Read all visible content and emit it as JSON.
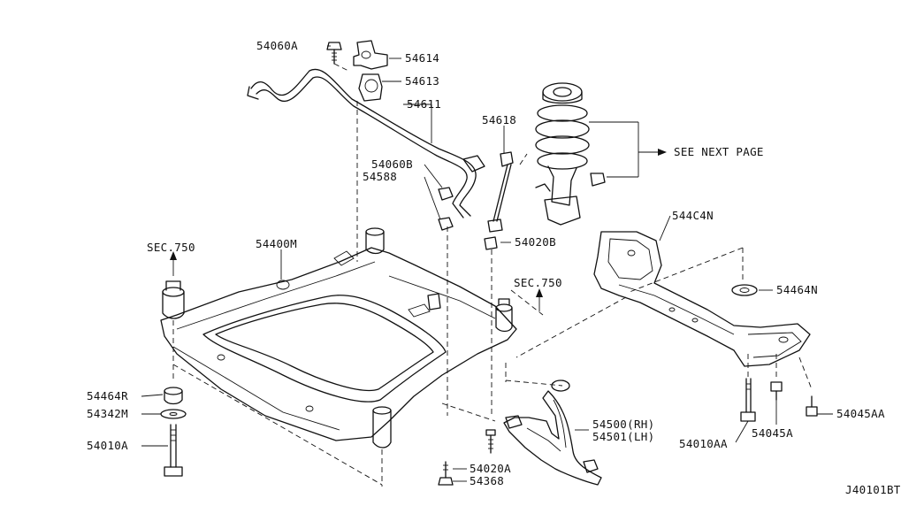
{
  "diagram": {
    "figure_code": "J40101BT",
    "labels": {
      "p54060A": "54060A",
      "p54614": "54614",
      "p54613": "54613",
      "p54611": "54611",
      "p54618": "54618",
      "p54060B": "54060B",
      "p54588": "54588",
      "p54400M": "54400M",
      "p54020B": "54020B",
      "see_next_page": "SEE NEXT PAGE",
      "p544C4N": "544C4N",
      "sec750_left": "SEC.750",
      "sec750_right": "SEC.750",
      "p54464N": "54464N",
      "p54464R": "54464R",
      "p54342M": "54342M",
      "p54010A": "54010A",
      "p54500": "54500(RH)",
      "p54501": "54501(LH)",
      "p54020A": "54020A",
      "p54368": "54368",
      "p54010AA": "54010AA",
      "p54045A": "54045A",
      "p54045AA": "54045AA"
    },
    "colors": {
      "ink": "#111111",
      "background": "#ffffff"
    }
  }
}
